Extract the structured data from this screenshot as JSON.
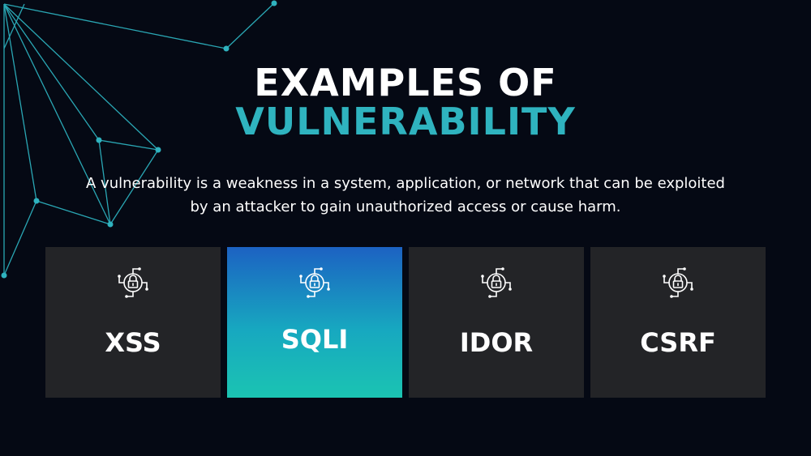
{
  "slide": {
    "title_line1": "EXAMPLES OF",
    "title_line2": "VULNERABILITY",
    "description": "A vulnerability is a weakness in a system, application, or network that can be exploited by an attacker to gain unauthorized access or cause harm."
  },
  "cards": [
    {
      "label": "XSS",
      "icon": "security-lock-icon",
      "active": false
    },
    {
      "label": "SQLI",
      "icon": "security-lock-icon",
      "active": true
    },
    {
      "label": "IDOR",
      "icon": "security-lock-icon",
      "active": false
    },
    {
      "label": "CSRF",
      "icon": "security-lock-icon",
      "active": false
    }
  ],
  "colors": {
    "background": "#050914",
    "accent": "#2fb3bf",
    "card": "#232427",
    "card_active_top": "#1c62c2",
    "card_active_bottom": "#1bc4b2"
  }
}
